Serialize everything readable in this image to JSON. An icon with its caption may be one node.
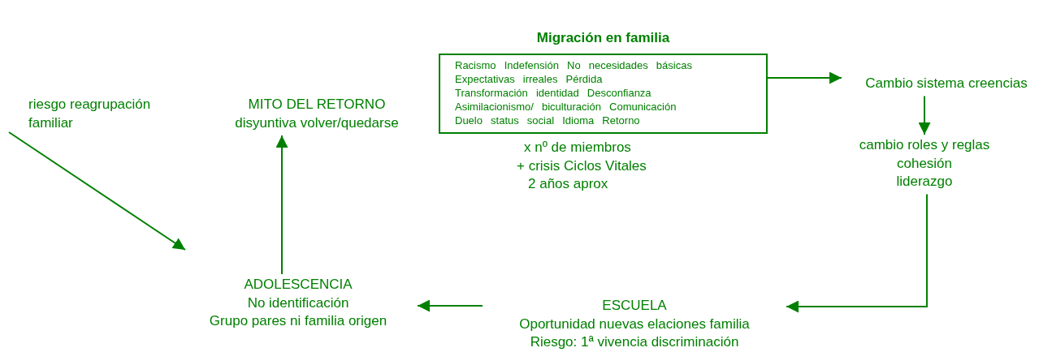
{
  "diagram": {
    "nodes": [
      {
        "text": [
          "Migración en familia",
          "Racismo Indefensión No necesidades básicas",
          "Expectativas irreales Pérdida",
          "Transformación identidad Desconfianza",
          "Asimilacionismo/ biculturación Comunicación",
          "Duelo status social Idioma Retorno"
        ],
        "beside": [
          "x nº de miembros",
          "+ crisis Ciclos Vitales",
          "2 años aprox"
        ]
      },
      {
        "text": [
          "Cambio sistema creencias"
        ]
      },
      {
        "text": [
          "cambio roles y reglas",
          "cohesión",
          "liderazgo"
        ]
      },
      {
        "text": [
          "ESCUELA",
          "Oportunidad nuevas elaciones familia",
          "Riesgo: 1ª vivencia discriminación"
        ]
      },
      {
        "text": [
          "ADOLESCENCIA",
          "No identificación",
          "Grupo pares ni familia origen"
        ]
      },
      {
        "text": [
          "MITO DEL RETORNO",
          "disyuntiva volver/quedarse"
        ]
      },
      {
        "text": [
          "riesgo reagrupación familiar"
        ]
      }
    ],
    "edges": [
      {
        "from": 0,
        "to": 1,
        "arrow": "to"
      },
      {
        "from": 1,
        "to": 2,
        "arrow": "to"
      },
      {
        "from": 2,
        "to": 3,
        "arrow": "to"
      },
      {
        "from": 3,
        "to": 4,
        "arrow": "to"
      },
      {
        "from": 4,
        "to": 5,
        "arrow": "to"
      },
      {
        "from": 6,
        "to": 4,
        "arrow": "to"
      }
    ]
  }
}
